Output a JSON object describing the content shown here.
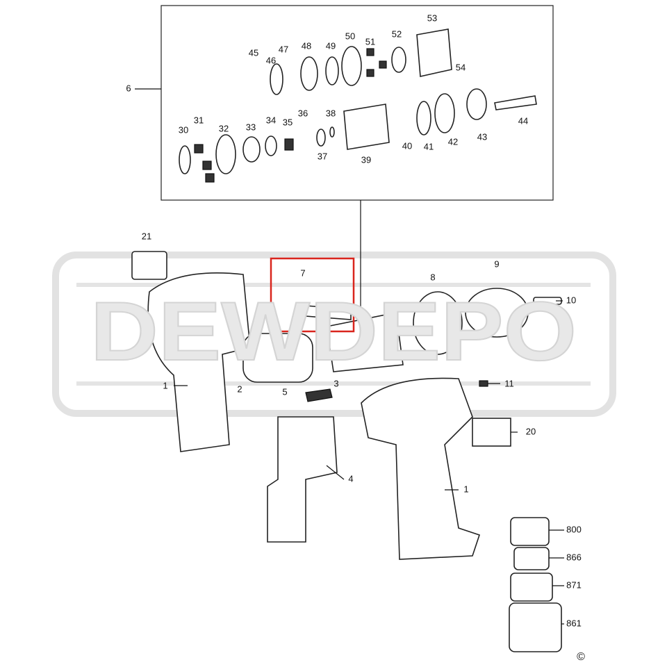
{
  "watermark": "DEWDEPO",
  "highlight_color": "#d9251d",
  "callouts": [
    "6",
    "45",
    "46",
    "47",
    "48",
    "49",
    "50",
    "51",
    "52",
    "53",
    "54",
    "30",
    "31",
    "32",
    "33",
    "34",
    "35",
    "36",
    "37",
    "38",
    "39",
    "40",
    "41",
    "42",
    "43",
    "44",
    "21",
    "7",
    "8",
    "9",
    "10",
    "1",
    "2",
    "5",
    "3",
    "11",
    "20",
    "4",
    "1",
    "800",
    "866",
    "871",
    "861"
  ],
  "copyright": "©"
}
